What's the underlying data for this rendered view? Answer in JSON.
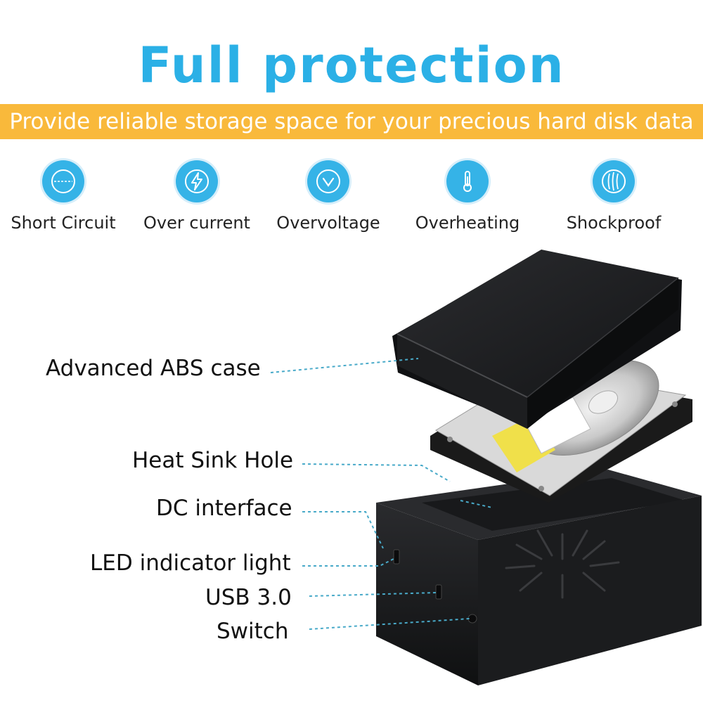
{
  "header": {
    "title": "Full protection",
    "subtitle": "Provide reliable storage space for your precious hard disk data"
  },
  "colors": {
    "accent": "#2bb0e6",
    "banner": "#f9b93b",
    "case": "#1e1f21"
  },
  "features": [
    {
      "label": "Short Circuit",
      "icon": "short-circuit-icon"
    },
    {
      "label": "Over current",
      "icon": "lightning-icon"
    },
    {
      "label": "Overvoltage",
      "icon": "check-icon"
    },
    {
      "label": "Overheating",
      "icon": "thermometer-icon"
    },
    {
      "label": "Shockproof",
      "icon": "shockproof-icon"
    }
  ],
  "callouts": {
    "case": "Advanced ABS case",
    "heat_sink": "Heat Sink Hole",
    "dc": "DC interface",
    "led": "LED indicator light",
    "usb": "USB 3.0",
    "switch": "Switch"
  }
}
